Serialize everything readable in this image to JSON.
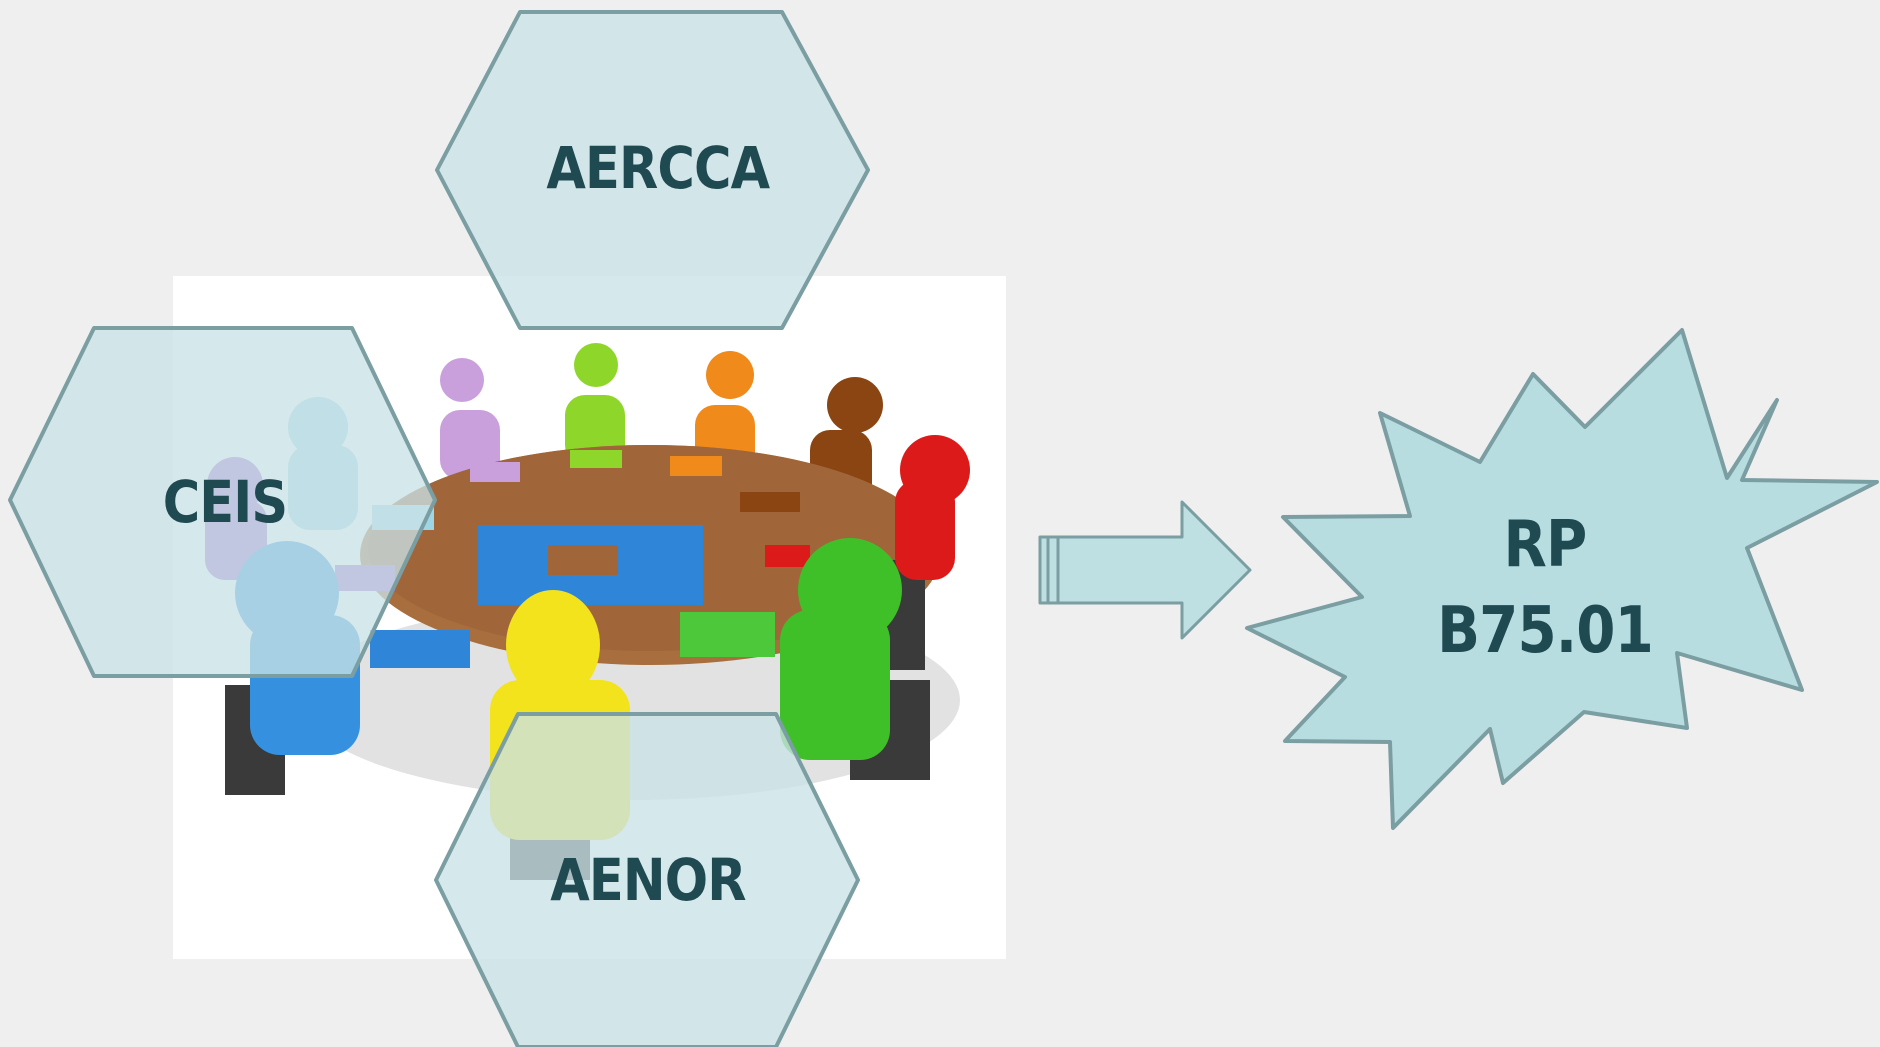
{
  "diagram": {
    "nodes": {
      "aercca": {
        "label": "AERCCA",
        "shape": "hexagon"
      },
      "ceis": {
        "label": "CEIS",
        "shape": "hexagon"
      },
      "aenor": {
        "label": "AENOR",
        "shape": "hexagon"
      },
      "result": {
        "line1": "RP",
        "line2": "B75.01",
        "shape": "starburst"
      }
    },
    "edges": [
      {
        "from": "meeting-illustration",
        "to": "result",
        "style": "block-arrow"
      }
    ],
    "illustration": "meeting-table-puzzle-icon",
    "colors": {
      "background": "#efefef",
      "shape_fill": "#c9e2e6",
      "shape_stroke": "#7b9ea3",
      "burst_fill": "#b8dde0",
      "label_text": "#1f4a52"
    }
  }
}
